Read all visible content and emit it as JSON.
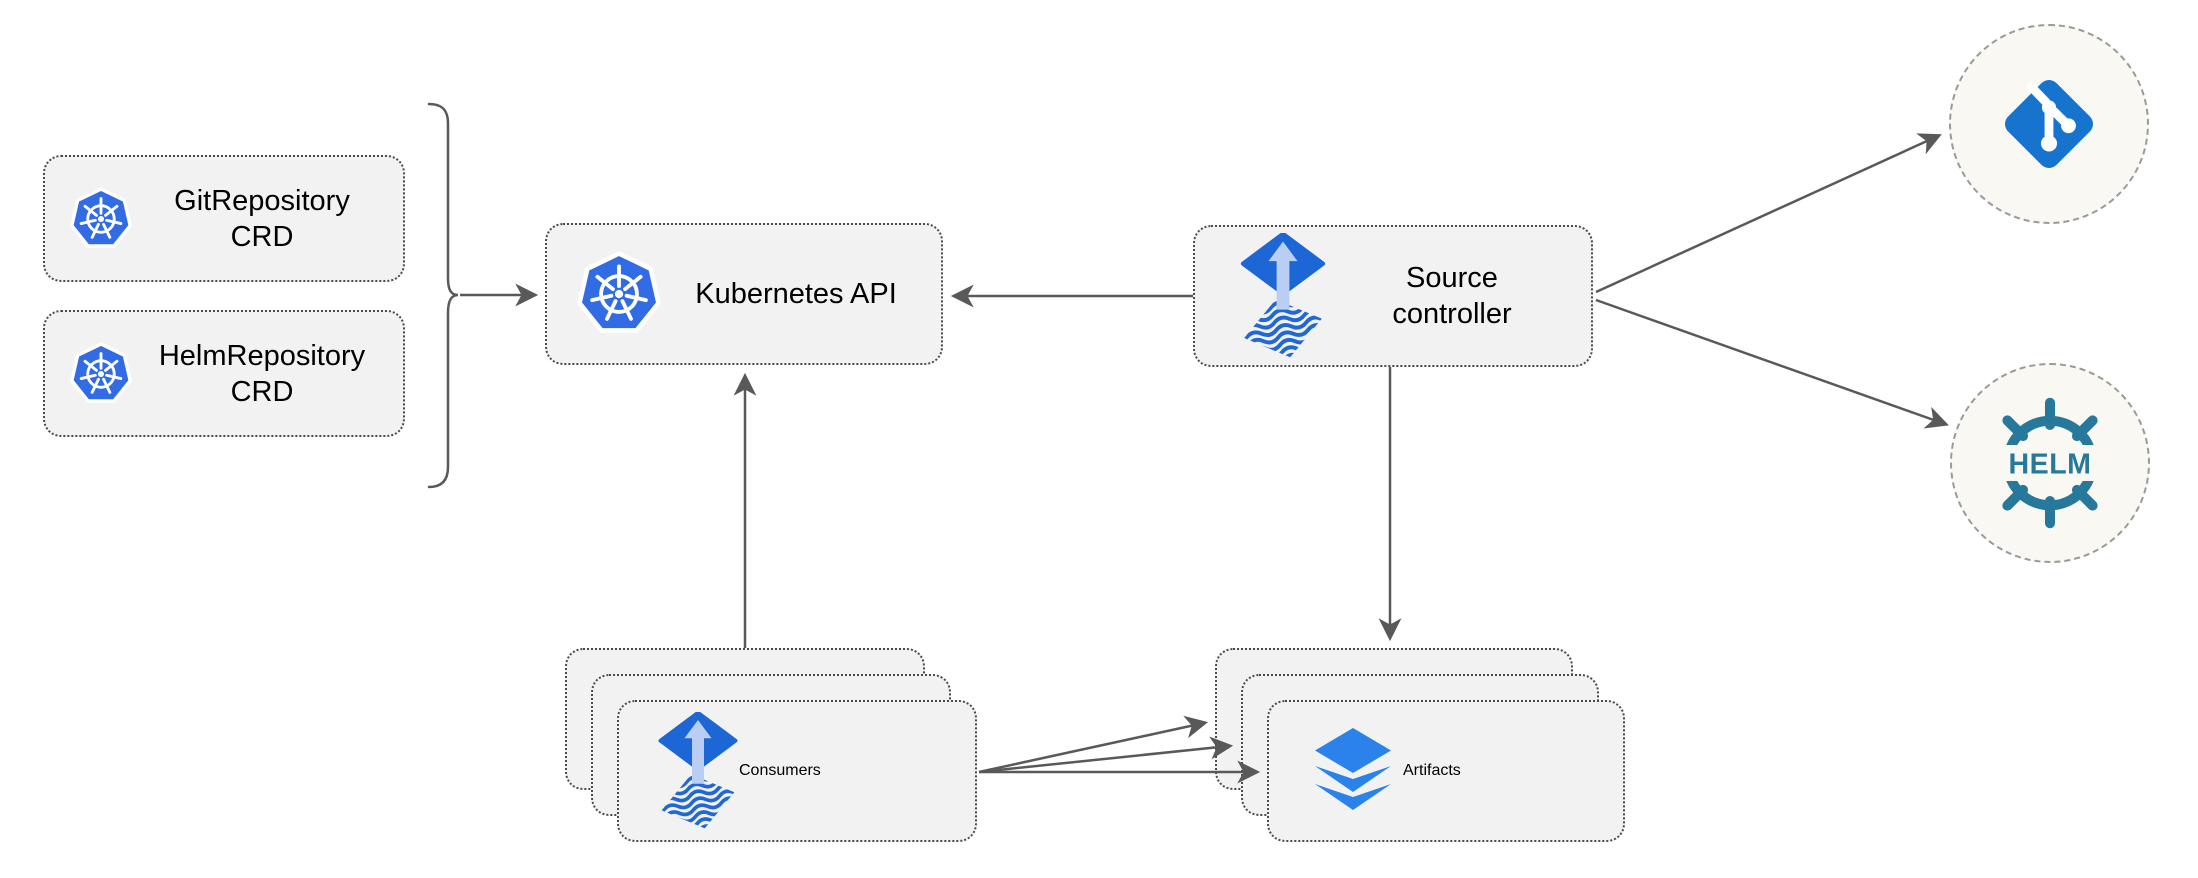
{
  "nodes": {
    "git_crd": {
      "line1": "GitRepository",
      "line2": "CRD"
    },
    "helm_crd": {
      "line1": "HelmRepository",
      "line2": "CRD"
    },
    "kubernetes_api": {
      "label": "Kubernetes API"
    },
    "source_controller": {
      "line1": "Source",
      "line2": "controller"
    },
    "consumers": {
      "label": "Consumers"
    },
    "artifacts": {
      "label": "Artifacts"
    },
    "helm_hub": {
      "logo_text": "HELM"
    }
  },
  "icons": {
    "kubernetes": "kubernetes-wheel-icon",
    "flux_source": "flux-source-icon",
    "git": "git-branch-icon",
    "helm": "helm-wheel-icon",
    "artifacts": "layers-icon"
  },
  "colors": {
    "kubernetes_blue": "#326CE5",
    "flux_blue": "#1D66D6",
    "flux_arrow_light": "#B9CEF2",
    "git_blue": "#1673CE",
    "helm_teal": "#26799B",
    "layers_blue": "#2A82EA",
    "node_fill": "#F2F2F2",
    "node_border": "#4A4A4A",
    "hub_fill": "#FAF8F3",
    "wire_gray": "#595959"
  }
}
